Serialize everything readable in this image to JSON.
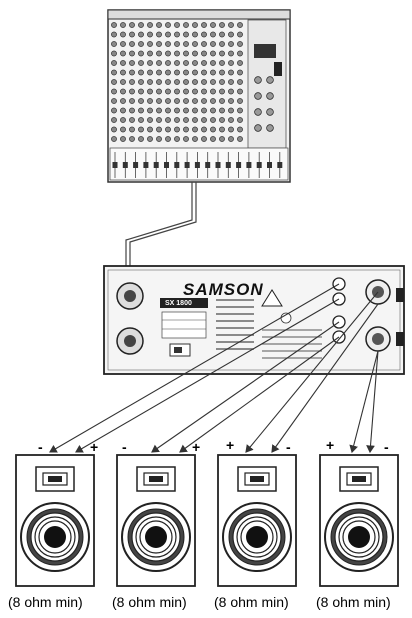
{
  "amplifier": {
    "brand": "SAMSON",
    "model": "SX 1800"
  },
  "speakers": [
    {
      "label": "(8 ohm min)",
      "left_sign": "-",
      "right_sign": "+"
    },
    {
      "label": "(8 ohm min)",
      "left_sign": "-",
      "right_sign": "+"
    },
    {
      "label": "(8 ohm min)",
      "left_sign": "+",
      "right_sign": "-"
    },
    {
      "label": "(8 ohm min)",
      "left_sign": "+",
      "right_sign": "-"
    }
  ]
}
